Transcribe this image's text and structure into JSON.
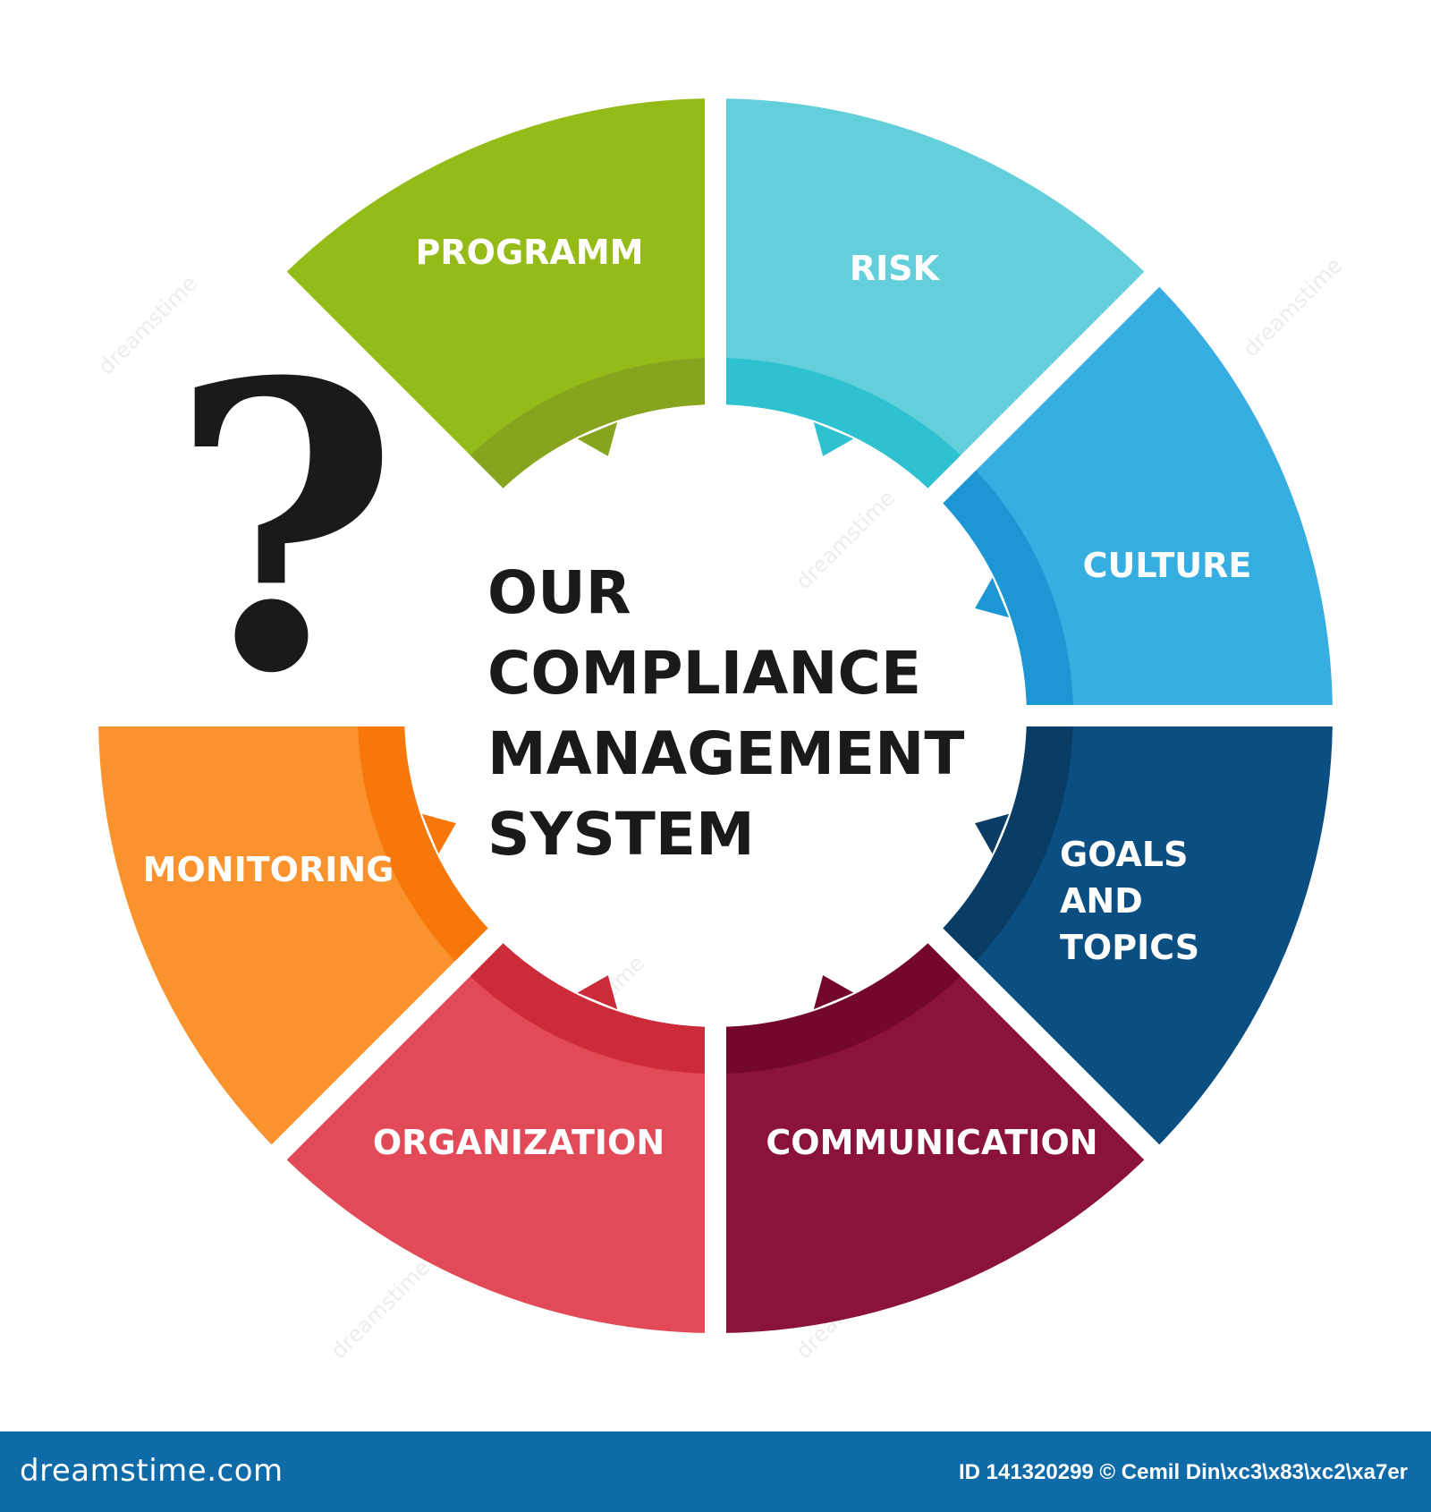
{
  "center": {
    "lines": [
      "OUR",
      "COMPLIANCE",
      "MANAGEMENT",
      "SYSTEM"
    ]
  },
  "segments": [
    {
      "label": [
        "RISK"
      ],
      "color": "#62cfdb",
      "inner_color": "#2ec1d0"
    },
    {
      "label": [
        "CULTURE"
      ],
      "color": "#37aee2",
      "inner_color": "#1c97d4"
    },
    {
      "label": [
        "GOALS",
        "AND",
        "TOPICS"
      ],
      "color": "#0b4f82",
      "inner_color": "#0a3d66"
    },
    {
      "label": [
        "COMMUNICATION"
      ],
      "color": "#8b1239",
      "inner_color": "#73082b"
    },
    {
      "label": [
        "ORGANIZATION"
      ],
      "color": "#e24a58",
      "inner_color": "#cc2b3a"
    },
    {
      "label": [
        "MONITORING"
      ],
      "color": "#fa922d",
      "inner_color": "#f7770a"
    },
    {
      "label": [
        "PROGRAMM"
      ],
      "color": "#94bb18",
      "inner_color": "#86a41e"
    }
  ],
  "question_mark": "?",
  "footer": {
    "brand": "dreamstime.com",
    "id_text": "ID 141320299 © Cemil Din\\xc3\\x83\\xc2\\xa7er",
    "background": "#0e6ba8"
  },
  "watermark": "dreamstime"
}
